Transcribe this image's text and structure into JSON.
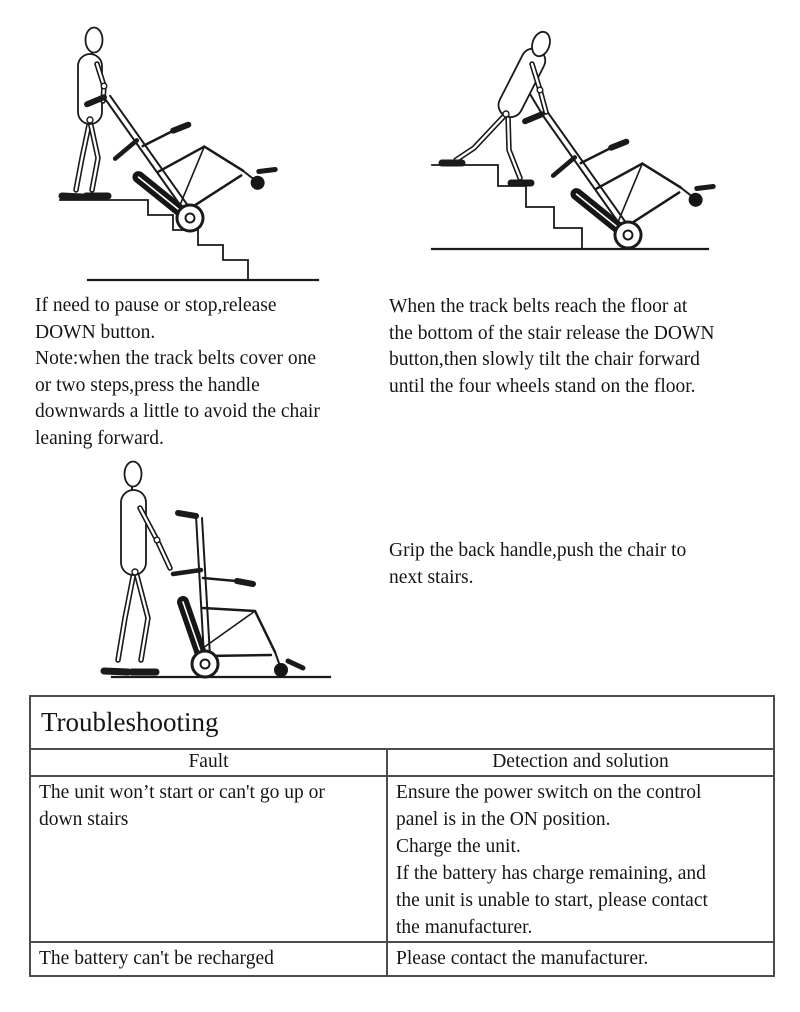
{
  "captions": {
    "pause": {
      "lines": [
        "If need to pause or stop,release",
        "DOWN button.",
        "Note:when the track belts cover one",
        "or two steps,press the handle",
        "downwards a little to avoid the chair",
        "leaning forward."
      ]
    },
    "reach_floor": {
      "lines": [
        "When the track belts reach the floor at",
        "the bottom of the stair release the DOWN",
        "button,then slowly tilt the chair forward",
        "until the four wheels stand on the floor."
      ]
    },
    "grip": {
      "lines": [
        "Grip the back handle,push the chair to",
        "next stairs."
      ]
    }
  },
  "troubleshooting": {
    "title": "Troubleshooting",
    "columns": {
      "fault": "Fault",
      "solution": "Detection and solution"
    },
    "rows": [
      {
        "fault_lines": [
          "The unit won’t start or can't go up or",
          "down stairs"
        ],
        "solution_lines": [
          "Ensure the power switch on the control",
          "panel is in the ON position.",
          "Charge the unit.",
          "If the battery has charge remaining, and",
          "the unit is unable to start, please contact",
          "the manufacturer."
        ]
      },
      {
        "fault": "The battery can't be recharged",
        "solution": "Please contact the manufacturer."
      }
    ]
  },
  "colors": {
    "ink": "#1a1a1a",
    "table_border": "#4d4d4d",
    "background": "#ffffff"
  }
}
